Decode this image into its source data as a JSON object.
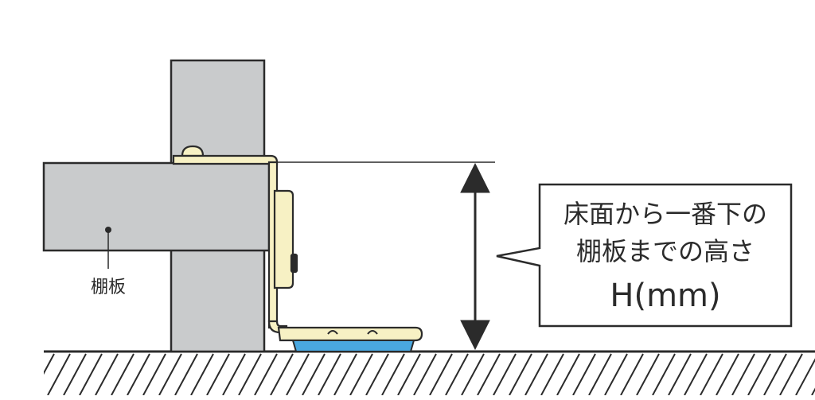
{
  "shelf_label": "棚板",
  "callout": {
    "line1": "床面から一番下の",
    "line2": "棚板までの高さ",
    "line3": "H(mm)"
  },
  "colors": {
    "panel": "#c9cbcc",
    "outline": "#2b2b2b",
    "bracket": "#f7f1c4",
    "adjuster": "#4aa8e0",
    "background": "#ffffff"
  }
}
